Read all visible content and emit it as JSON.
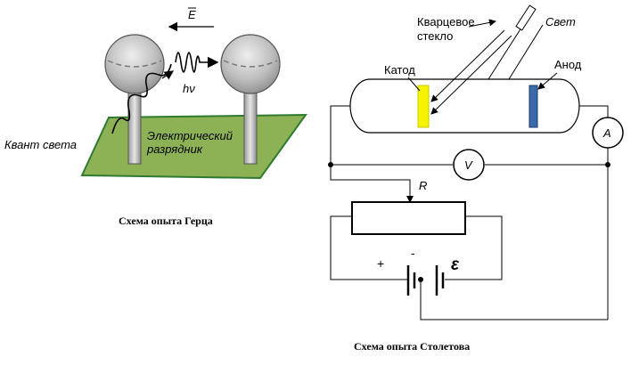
{
  "hertz": {
    "field_label": "E",
    "photon_label": "hν",
    "quantum_label": "Квант света",
    "gap_label_line1": "Электрический",
    "gap_label_line2": "разрядник",
    "caption": "Схема опыта Герца",
    "plate_color": "#8db255",
    "sphere_color": "#b8b8b8"
  },
  "stoletov": {
    "quartz_line1": "Кварцевое",
    "quartz_line2": "стекло",
    "light_label": "Свет",
    "cathode_label": "Катод",
    "anode_label": "Анод",
    "ammeter_label": "A",
    "voltmeter_label": "V",
    "resistor_label": "R",
    "plus_label": "+",
    "minus_label": "-",
    "emf_label": "ε",
    "caption": "Схема опыта Столетова",
    "cathode_color": "#f4f400",
    "anode_color": "#3a6aa8"
  }
}
